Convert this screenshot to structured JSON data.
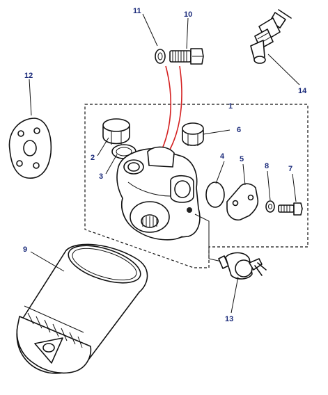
{
  "callouts": {
    "c1": "1",
    "c2": "2",
    "c3": "3",
    "c4": "4",
    "c5": "5",
    "c6": "6",
    "c7": "7",
    "c8": "8",
    "c9": "9",
    "c10": "10",
    "c11": "11",
    "c12": "12",
    "c13": "13",
    "c14": "14"
  },
  "colors": {
    "callout_text": "#1a2a7a",
    "pipe": "#d42020",
    "line": "#111111"
  }
}
